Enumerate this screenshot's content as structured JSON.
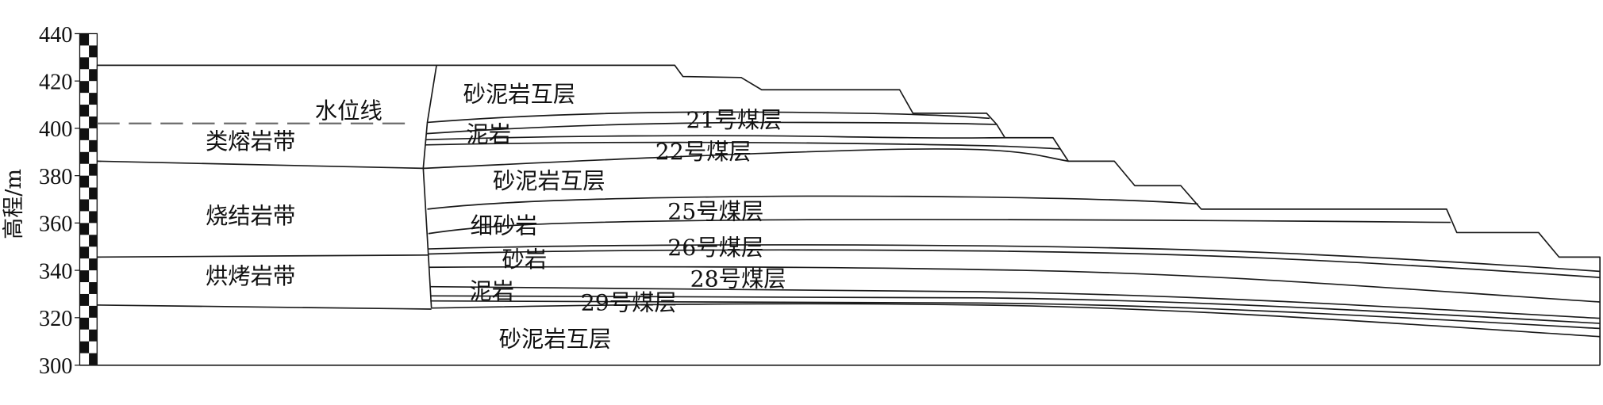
{
  "axis": {
    "label": "高程/m",
    "ticks": [
      "440",
      "420",
      "400",
      "380",
      "360",
      "340",
      "320",
      "300"
    ]
  },
  "zones": {
    "fusion_rock": "类熔岩带",
    "water_level": "水位线",
    "sintered_rock": "烧结岩带",
    "baked_rock": "烘烤岩带"
  },
  "strata": {
    "sand_mud_top": "砂泥岩互层",
    "seam_21": "21号煤层",
    "mudstone_upper": "泥岩",
    "seam_22": "22号煤层",
    "sand_mud_middle": "砂泥岩互层",
    "seam_25": "25号煤层",
    "fine_sandstone": "细砂岩",
    "seam_26": "26号煤层",
    "sandstone": "砂岩",
    "seam_28": "28号煤层",
    "mudstone_lower": "泥岩",
    "seam_29": "29号煤层",
    "sand_mud_bottom": "砂泥岩互层"
  }
}
